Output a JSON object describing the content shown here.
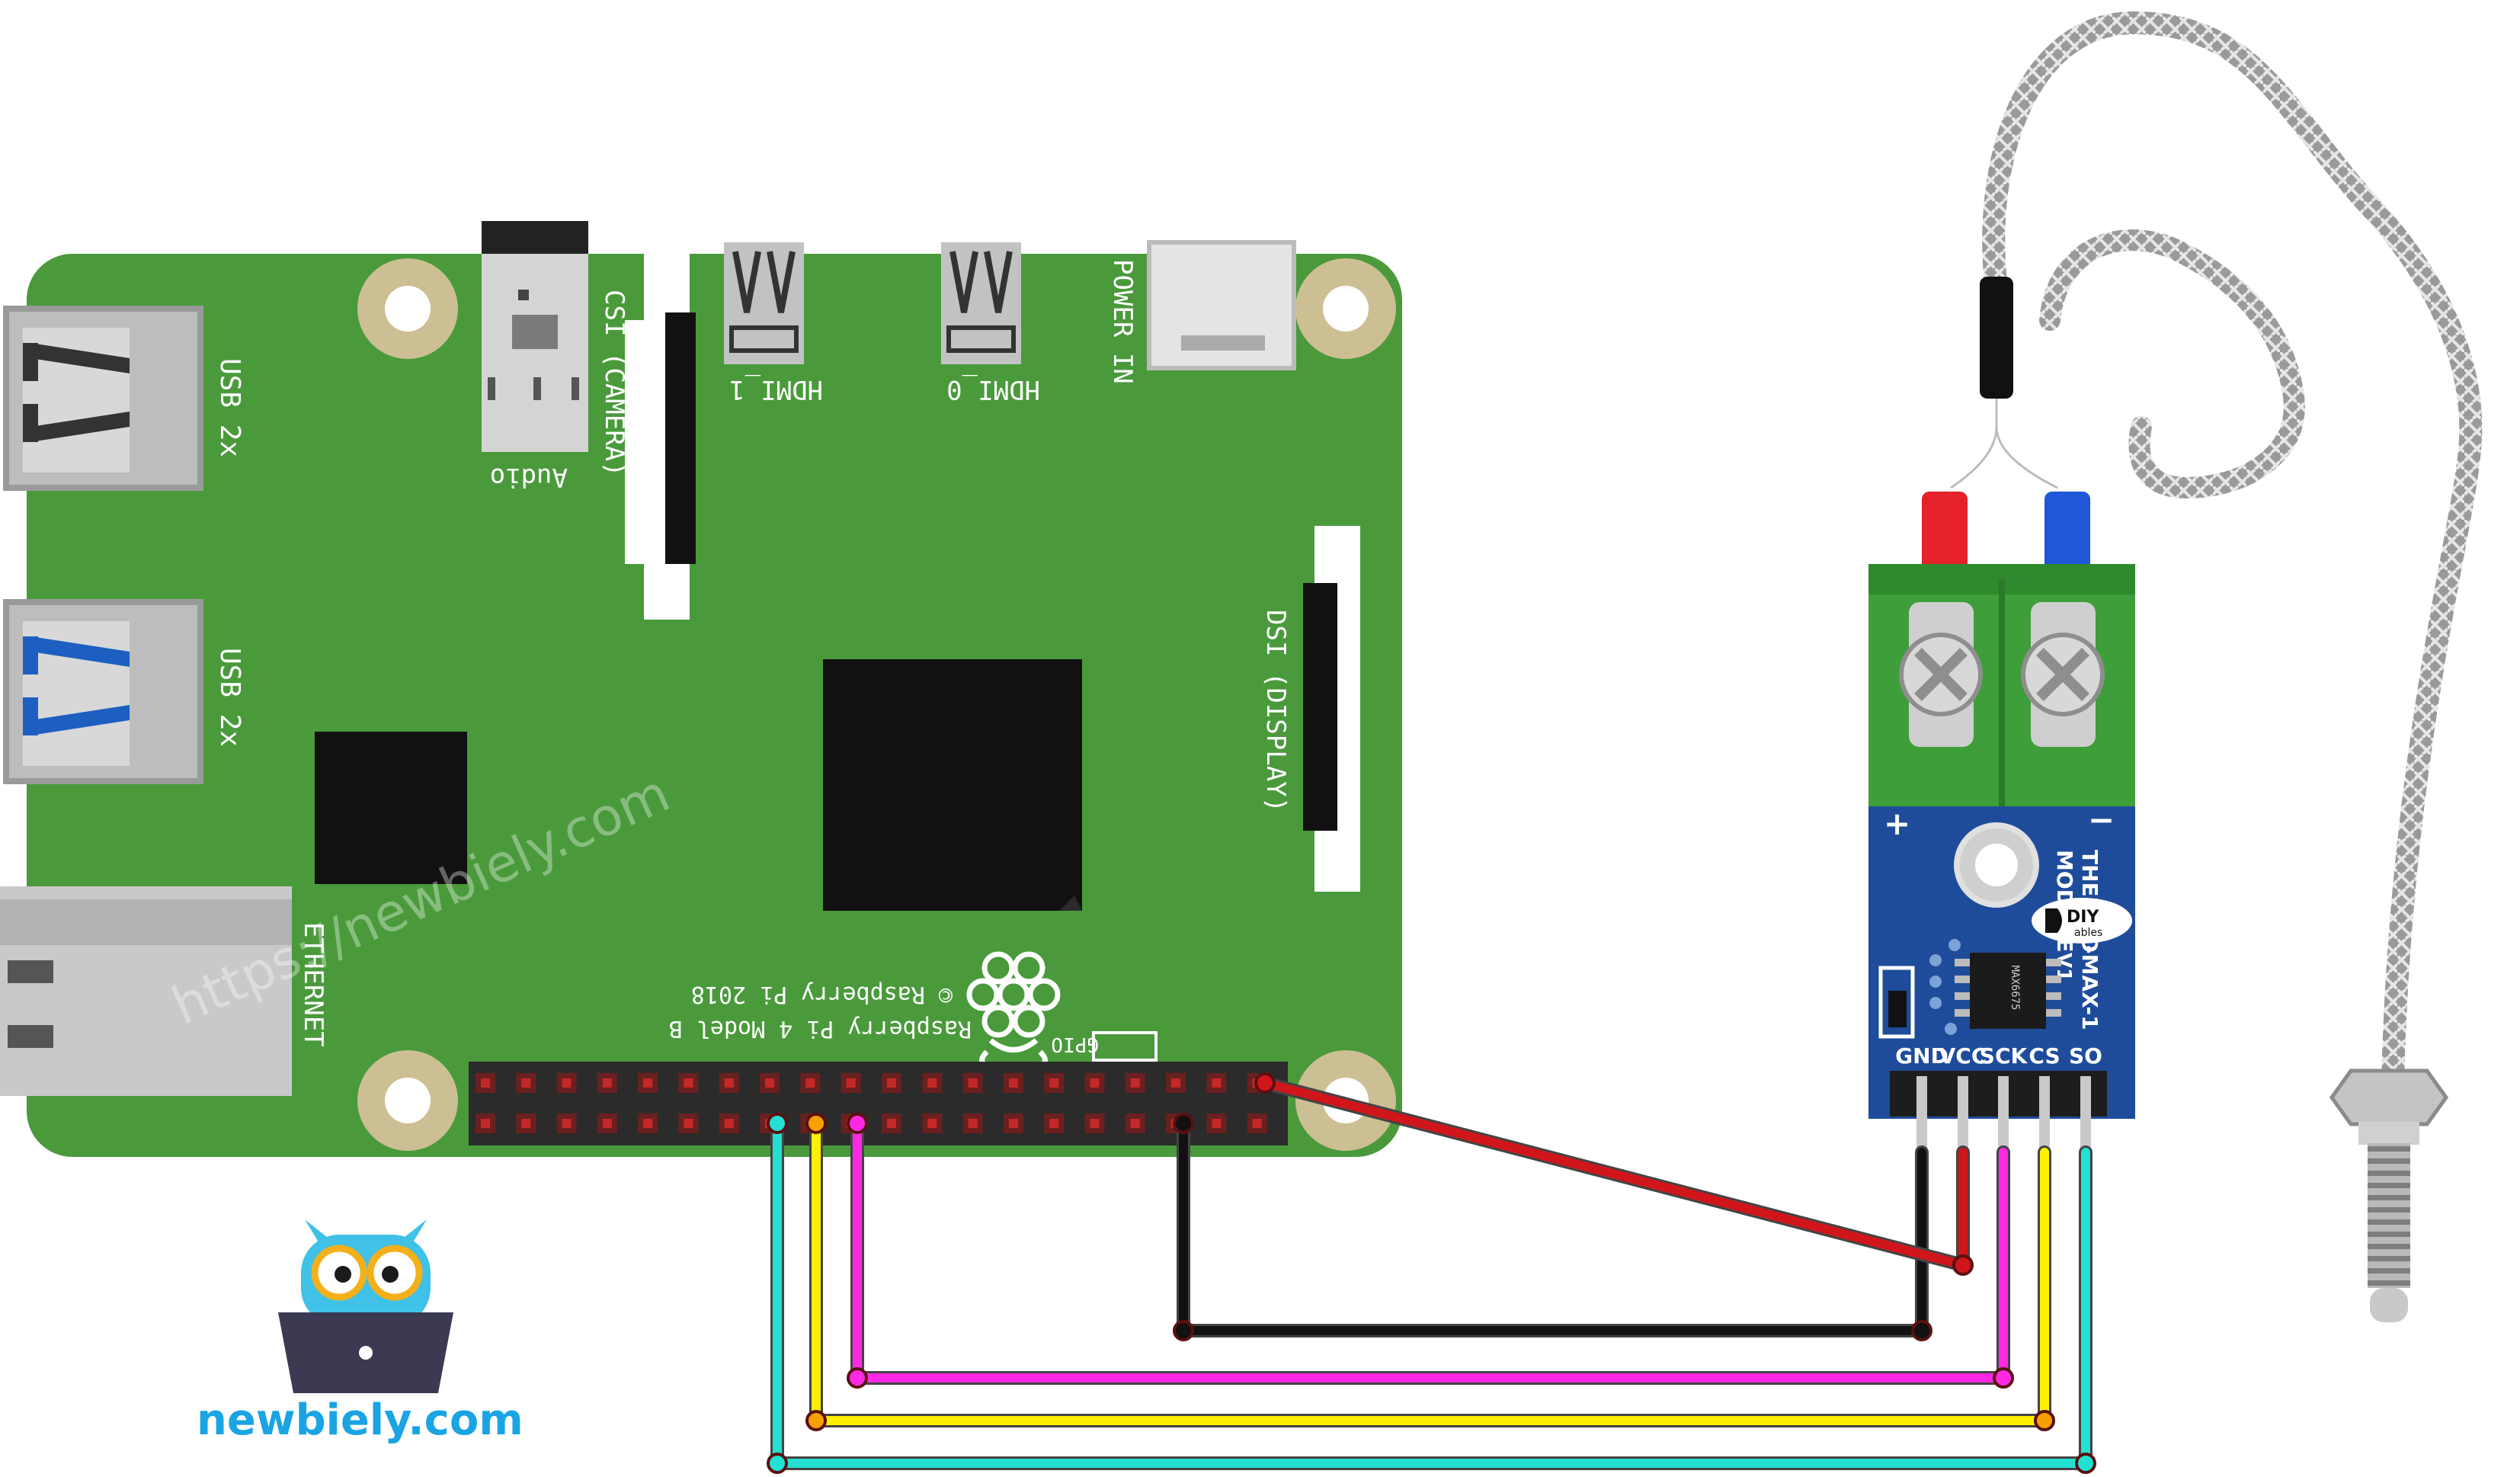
{
  "board": {
    "usb_label_1": "USB 2x",
    "usb_label_2": "USB 2x",
    "ethernet_label": "ETHERNET",
    "audio_label": "Audio",
    "csi_label": "CSI (CAMERA)",
    "hdmi1_label": "HDMI_1",
    "hdmi0_label": "HDMI_0",
    "power_label": "POWER IN",
    "dsi_label": "DSI (DISPLAY)",
    "model_line1": "Raspberry Pi 4 Model B",
    "model_line2": "© Raspberry Pi 2018",
    "gpio_label": "GPIO"
  },
  "module": {
    "title_line1": "THERMO",
    "title_line2": "MODULE",
    "title_side": "-MAX-1",
    "version": "V1",
    "chip_text": "MAX6675",
    "logo_text": "DIY",
    "logo_sub": "ables",
    "plus_label": "+",
    "minus_label": "−",
    "pins": [
      "GND",
      "VCC",
      "SCK",
      "CS",
      "SO"
    ]
  },
  "watermark": "https://newbiely.com",
  "logo": {
    "text": "newbiely.com"
  },
  "colors": {
    "board": "#4a9a3c",
    "module": "#1f4c9a",
    "terminal": "#3e9e3a",
    "wire_gnd": "#111111",
    "wire_vcc": "#d0161b",
    "wire_sck": "#ff29e3",
    "wire_cs": "#ffef00",
    "wire_so": "#23e0d3",
    "brand": "#1aa4e4"
  },
  "wires": [
    {
      "name": "gnd",
      "from": "GPIO header",
      "to": "GND"
    },
    {
      "name": "vcc",
      "from": "GPIO header",
      "to": "VCC"
    },
    {
      "name": "sck",
      "from": "GPIO header",
      "to": "SCK"
    },
    {
      "name": "cs",
      "from": "GPIO header",
      "to": "CS"
    },
    {
      "name": "so",
      "from": "GPIO header",
      "to": "SO"
    }
  ]
}
